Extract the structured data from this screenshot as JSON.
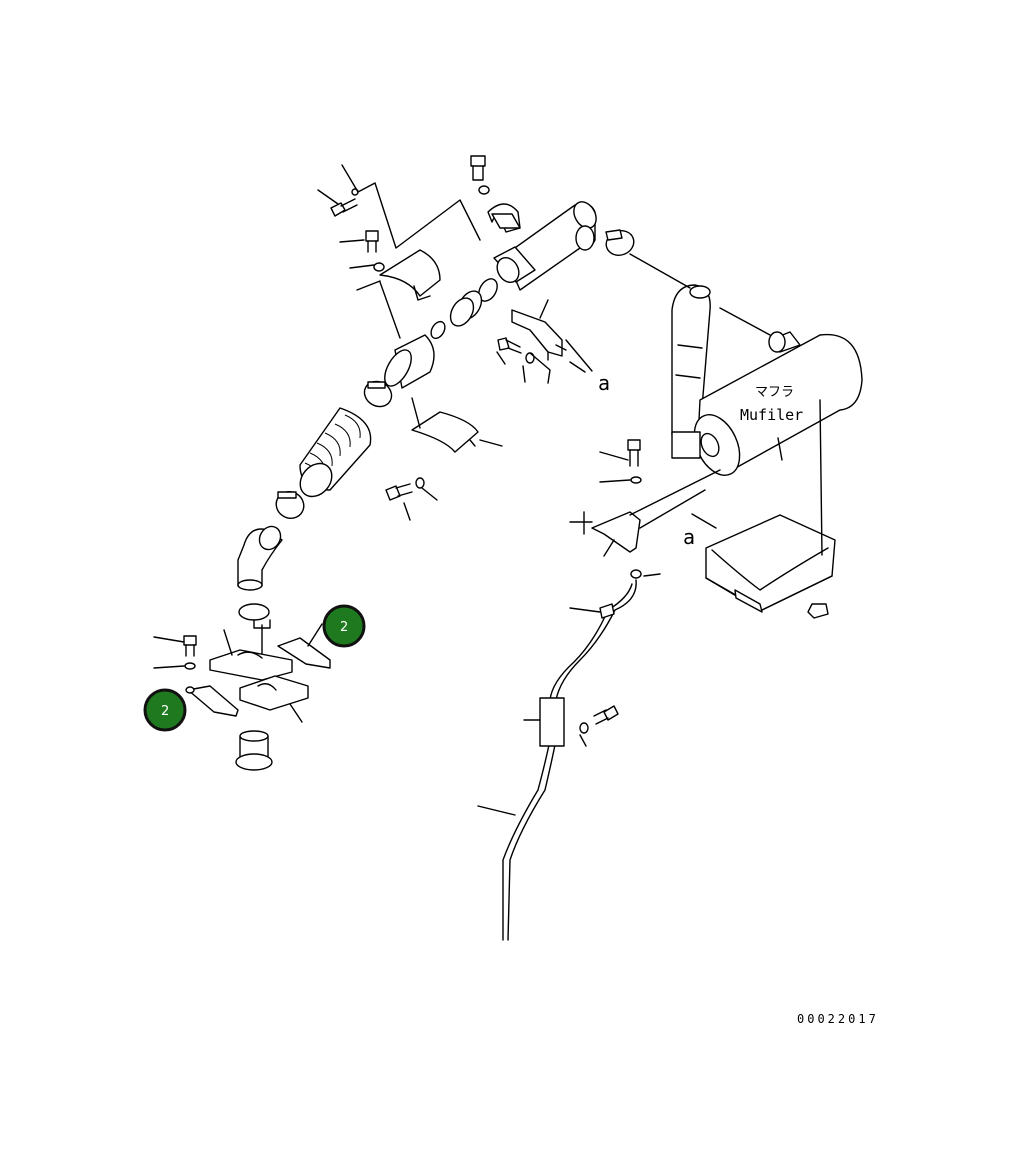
{
  "labels": {
    "muffler_jp": "マフラ",
    "muffler_en": "Mufiler",
    "ref_a_top": "a",
    "ref_a_bottom": "a",
    "drawing_number": "00022017"
  },
  "callouts": [
    {
      "text": "2"
    },
    {
      "text": "2"
    }
  ],
  "colors": {
    "callout_fill": "#1f7a1f",
    "callout_ring": "#111111",
    "line": "#000000",
    "background": "#ffffff"
  }
}
